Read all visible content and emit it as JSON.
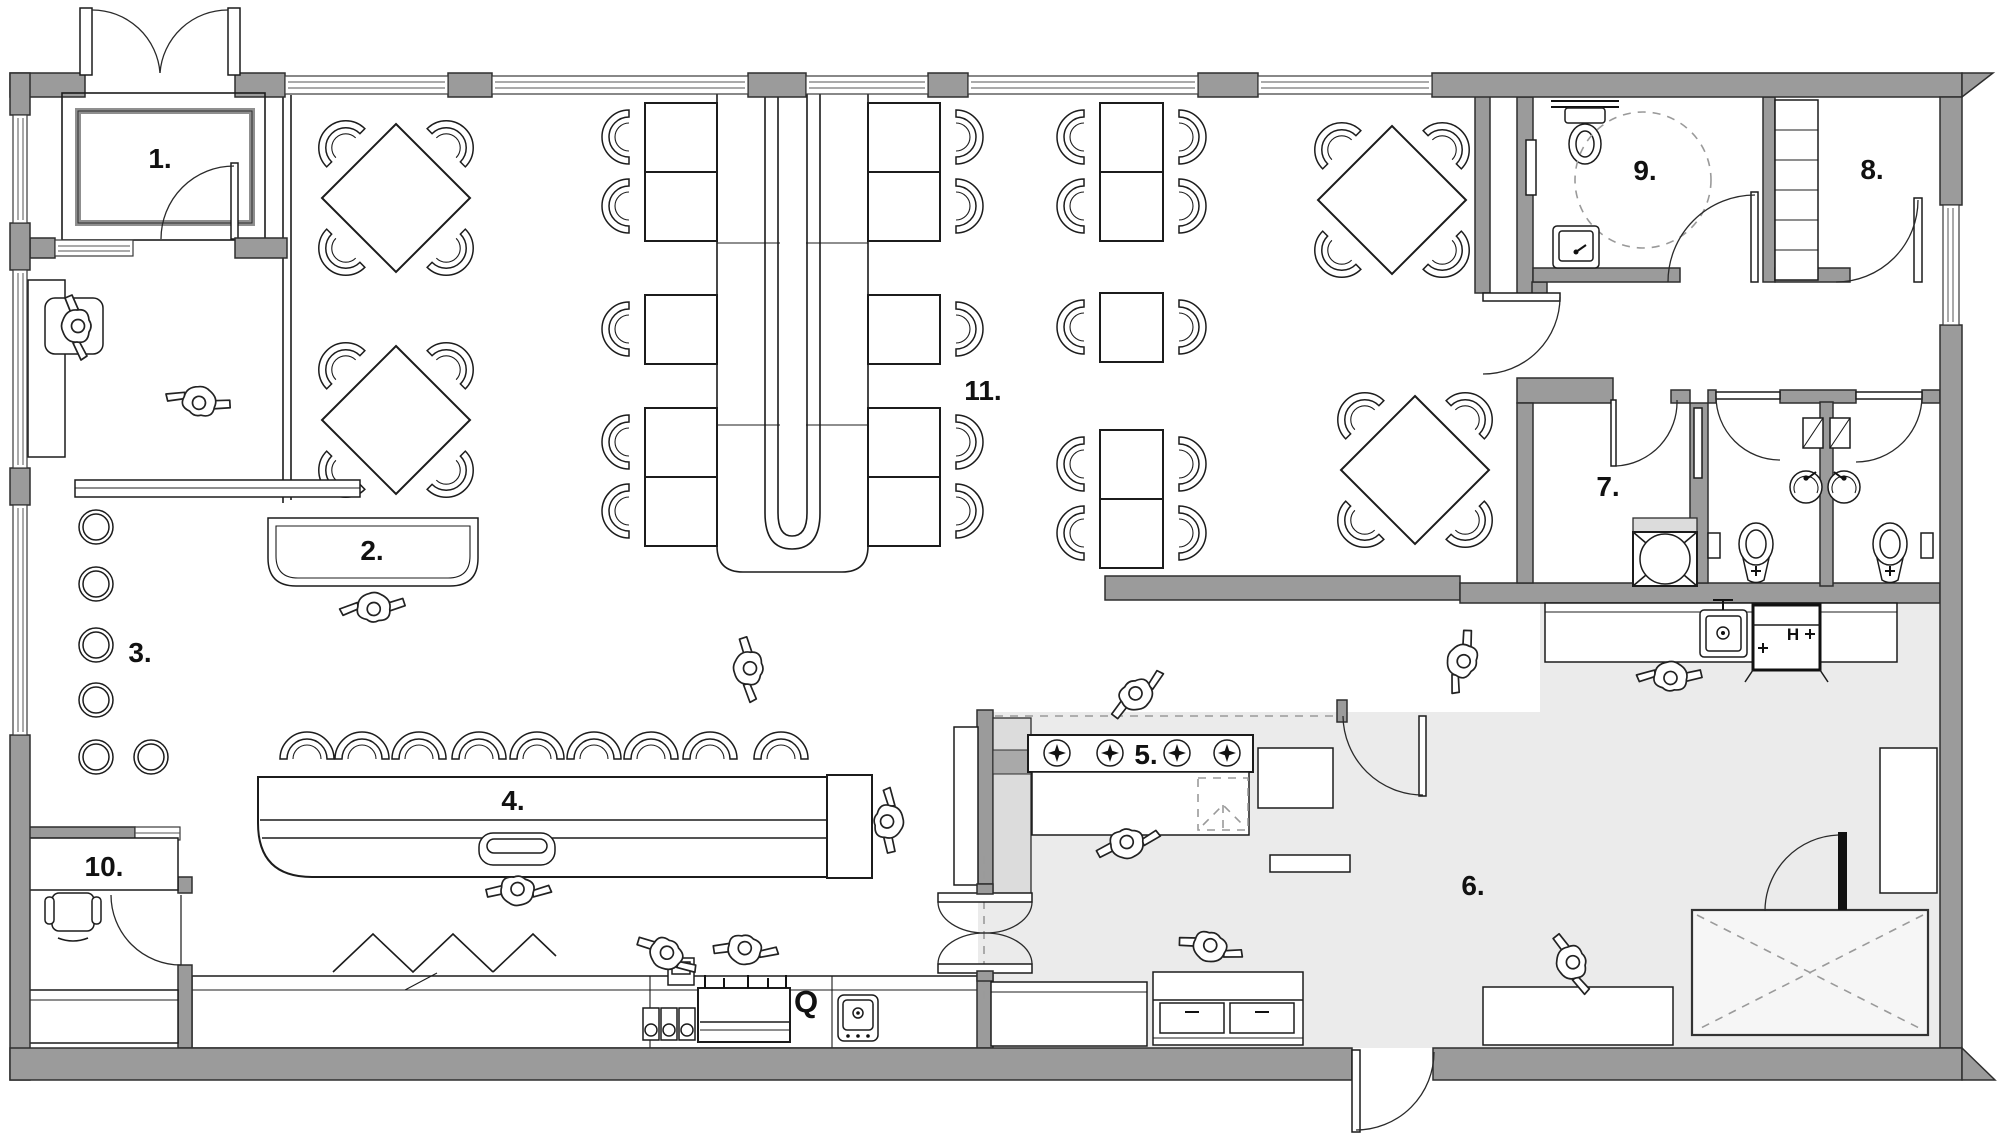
{
  "title": "Restaurant floor plan",
  "colors": {
    "wall": "#9b9b9b",
    "kitchen_floor": "#ebebeb",
    "line": "#1c1c1c",
    "paper": "#ffffff"
  },
  "labels": {
    "vestibule": {
      "text": "1."
    },
    "waiter_station": {
      "text": "2."
    },
    "window_bar": {
      "text": "3."
    },
    "bar_counter": {
      "text": "4."
    },
    "cooking_range": {
      "text": "5."
    },
    "kitchen": {
      "text": "6."
    },
    "back_room": {
      "text": "7."
    },
    "storage_room": {
      "text": "8."
    },
    "accessible_wc": {
      "text": "9."
    },
    "office": {
      "text": "10."
    },
    "dining_room": {
      "text": "11."
    },
    "register": {
      "text": "Q"
    },
    "dishwasher": {
      "text": "H"
    }
  }
}
